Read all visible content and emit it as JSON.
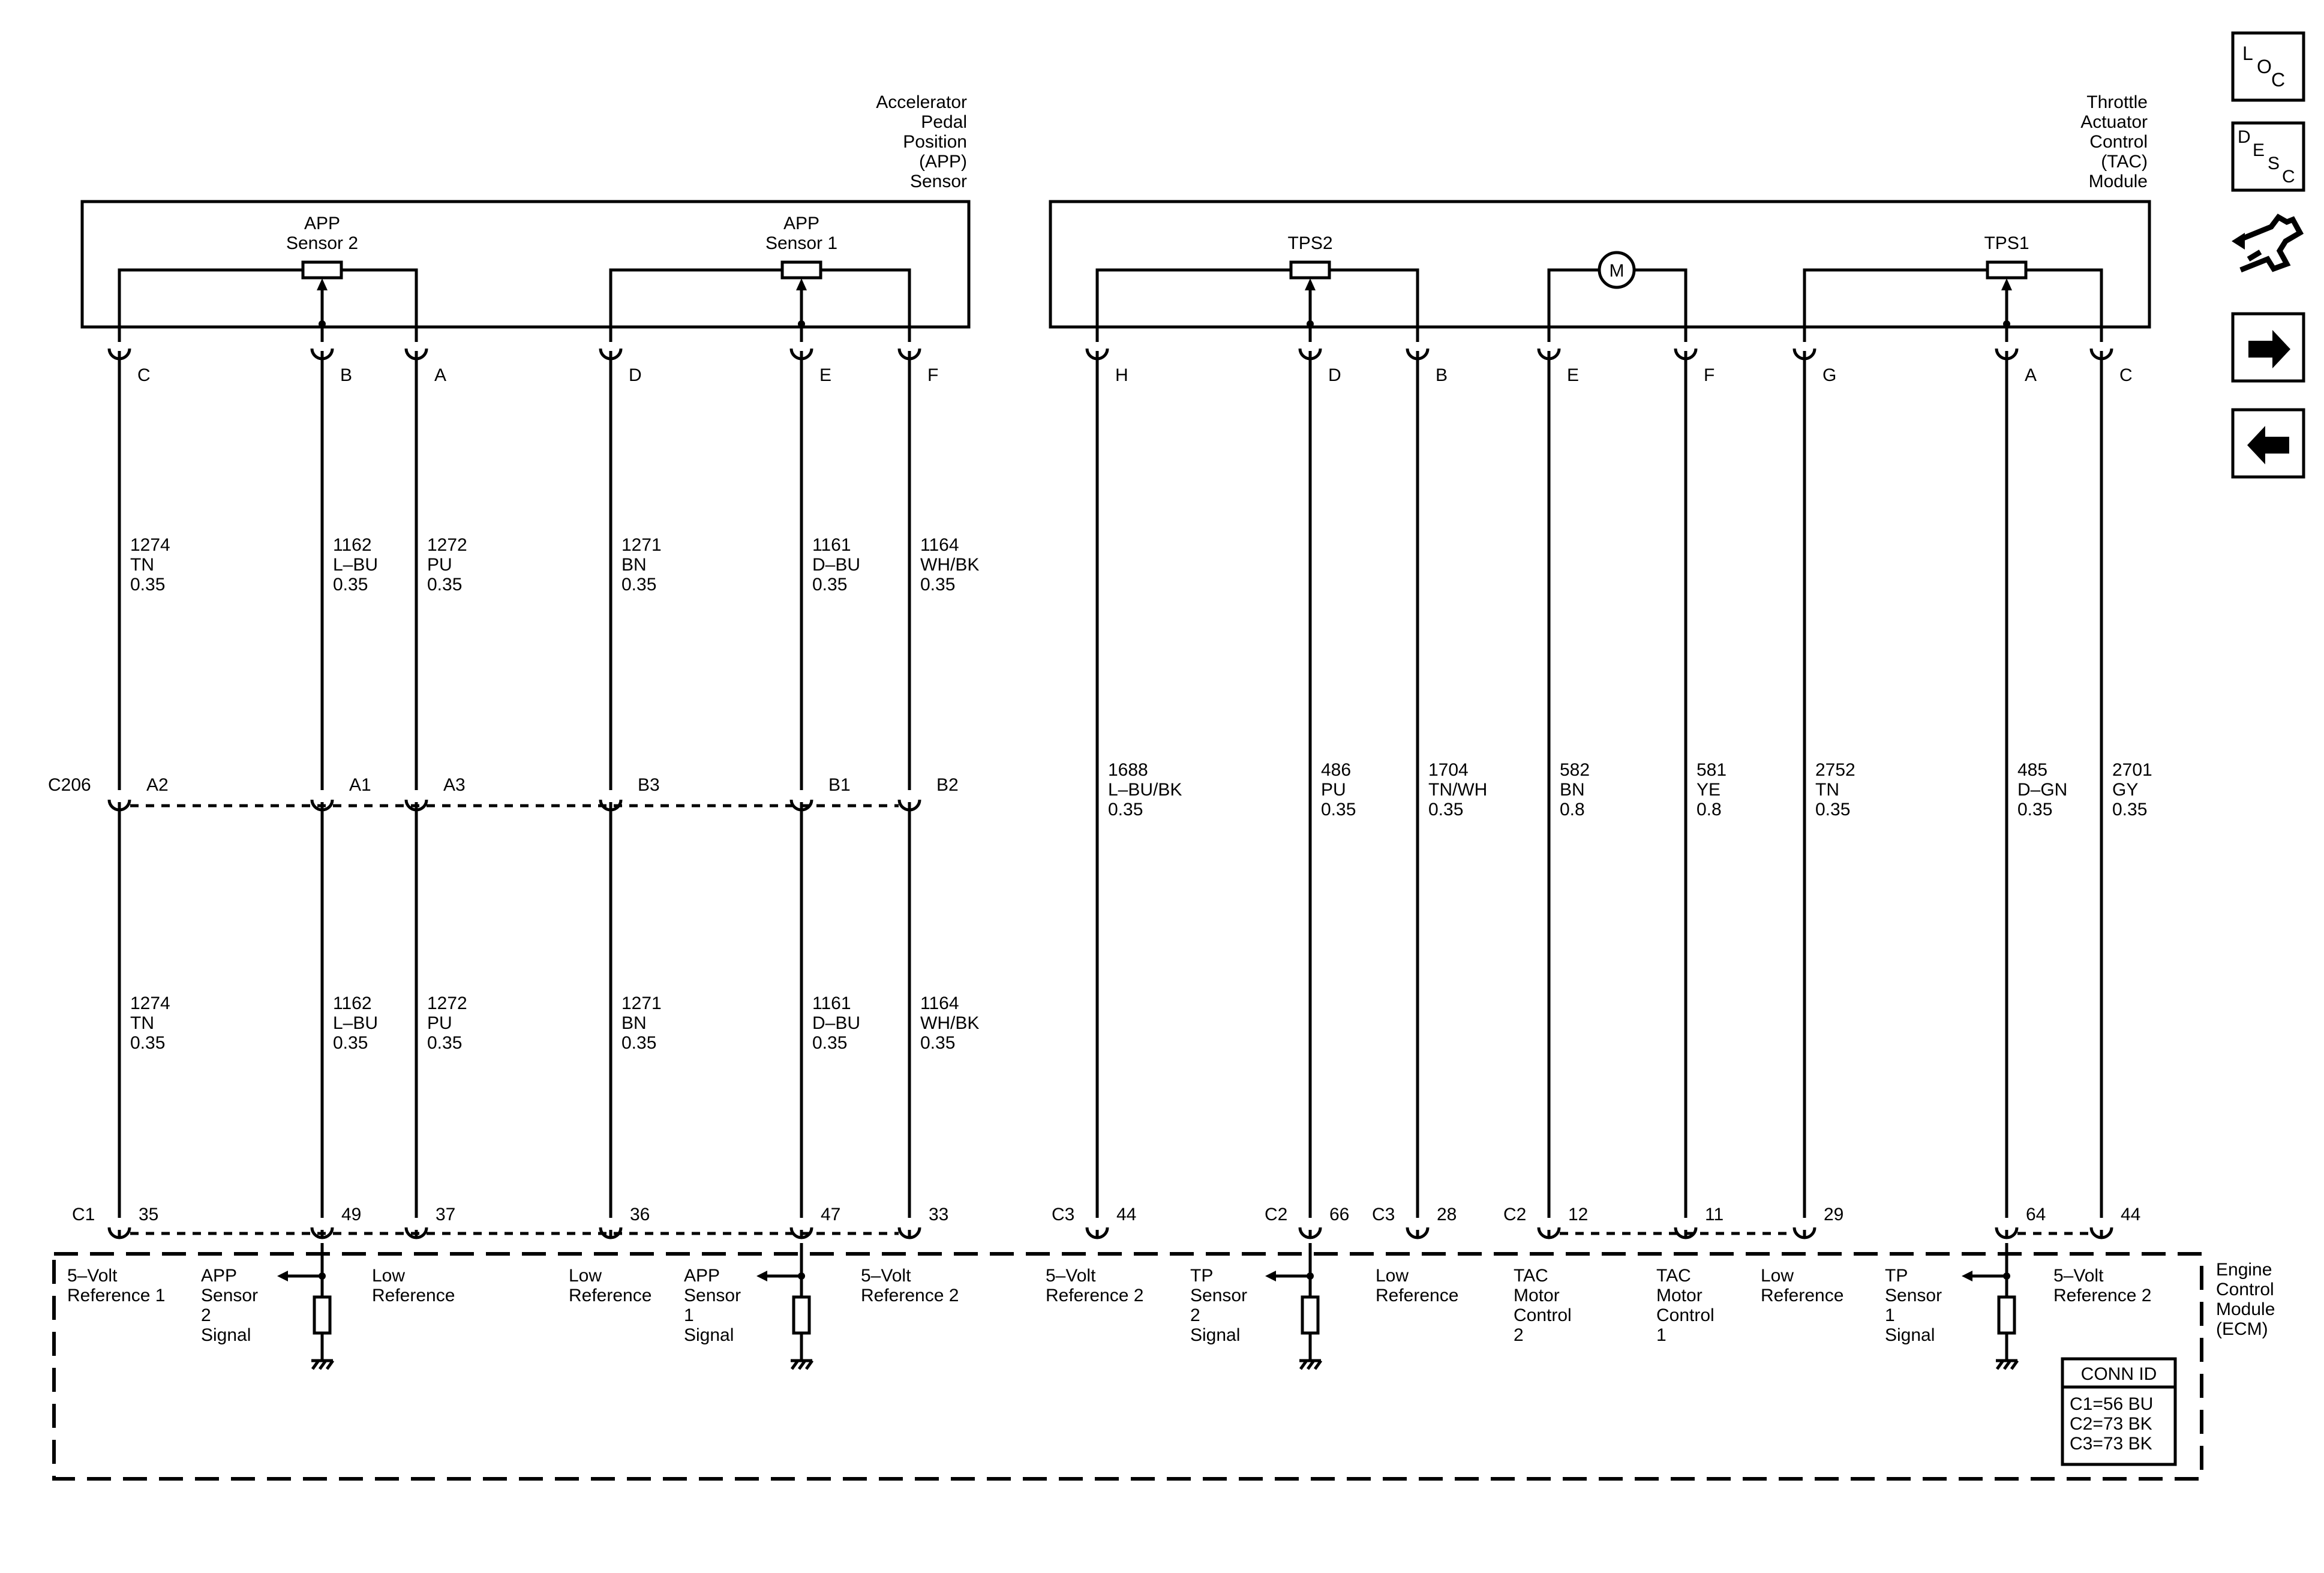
{
  "app": {
    "components": {
      "app_sensor": [
        "Accelerator",
        "Pedal",
        "Position",
        "(APP)",
        "Sensor"
      ],
      "tac_module": [
        "Throttle",
        "Actuator",
        "Control",
        "(TAC)",
        "Module"
      ],
      "ecm": [
        "Engine",
        "Control",
        "Module",
        "(ECM)"
      ],
      "app_sensor2_label": [
        "APP",
        "Sensor 2"
      ],
      "app_sensor1_label": [
        "APP",
        "Sensor 1"
      ],
      "tps2_label": "TPS2",
      "tps1_label": "TPS1",
      "motor_label": "M"
    },
    "connectors": {
      "inline": "C206",
      "ecm_c1": "C1",
      "ecm_c2a": "C2",
      "ecm_c3a": "C3",
      "ecm_c3b": "C3",
      "ecm_c2b": "C2"
    },
    "app_circuits": [
      {
        "pin": "C",
        "inline_pin": "A2",
        "ecm_pin": "35",
        "wire": [
          "1274",
          "TN",
          "0.35"
        ],
        "ecm_label": [
          "5–Volt",
          "Reference 1"
        ]
      },
      {
        "pin": "B",
        "inline_pin": "A1",
        "ecm_pin": "49",
        "wire": [
          "1162",
          "L–BU",
          "0.35"
        ],
        "ecm_label": [
          "APP",
          "Sensor",
          "2",
          "Signal"
        ]
      },
      {
        "pin": "A",
        "inline_pin": "A3",
        "ecm_pin": "37",
        "wire": [
          "1272",
          "PU",
          "0.35"
        ],
        "ecm_label": [
          "Low",
          "Reference"
        ]
      },
      {
        "pin": "D",
        "inline_pin": "B3",
        "ecm_pin": "36",
        "wire": [
          "1271",
          "BN",
          "0.35"
        ],
        "ecm_label": [
          "Low",
          "Reference"
        ]
      },
      {
        "pin": "E",
        "inline_pin": "B1",
        "ecm_pin": "47",
        "wire": [
          "1161",
          "D–BU",
          "0.35"
        ],
        "ecm_label": [
          "APP",
          "Sensor",
          "1",
          "Signal"
        ]
      },
      {
        "pin": "F",
        "inline_pin": "B2",
        "ecm_pin": "33",
        "wire": [
          "1164",
          "WH/BK",
          "0.35"
        ],
        "ecm_label": [
          "5–Volt",
          "Reference 2"
        ]
      }
    ],
    "tac_circuits": [
      {
        "pin": "H",
        "ecm_pin": "44",
        "wire": [
          "1688",
          "L–BU/BK",
          "0.35"
        ],
        "ecm_label": [
          "5–Volt",
          "Reference 2"
        ]
      },
      {
        "pin": "D",
        "ecm_pin": "66",
        "wire": [
          "486",
          "PU",
          "0.35"
        ],
        "ecm_label": [
          "TP",
          "Sensor",
          "2",
          "Signal"
        ]
      },
      {
        "pin": "B",
        "ecm_pin": "28",
        "wire": [
          "1704",
          "TN/WH",
          "0.35"
        ],
        "ecm_label": [
          "Low",
          "Reference"
        ]
      },
      {
        "pin": "E",
        "ecm_pin": "12",
        "wire": [
          "582",
          "BN",
          "0.8"
        ],
        "ecm_label": [
          "TAC",
          "Motor",
          "Control",
          "2"
        ]
      },
      {
        "pin": "F",
        "ecm_pin": "11",
        "wire": [
          "581",
          "YE",
          "0.8"
        ],
        "ecm_label": [
          "TAC",
          "Motor",
          "Control",
          "1"
        ]
      },
      {
        "pin": "G",
        "ecm_pin": "29",
        "wire": [
          "2752",
          "TN",
          "0.35"
        ],
        "ecm_label": [
          "Low",
          "Reference"
        ]
      },
      {
        "pin": "A",
        "ecm_pin": "64",
        "wire": [
          "485",
          "D–GN",
          "0.35"
        ],
        "ecm_label": [
          "TP",
          "Sensor",
          "1",
          "Signal"
        ]
      },
      {
        "pin": "C",
        "ecm_pin": "44",
        "wire": [
          "2701",
          "GY",
          "0.35"
        ],
        "ecm_label": [
          "5–Volt",
          "Reference 2"
        ]
      }
    ],
    "conn_id": {
      "title": "CONN ID",
      "rows": [
        "C1=56 BU",
        "C2=73 BK",
        "C3=73 BK"
      ]
    },
    "nav": {
      "loc": [
        "L",
        "O",
        "C"
      ],
      "desc": [
        "D",
        "E",
        "S",
        "C"
      ],
      "icons": [
        "connector-locate-icon",
        "arrow-right-icon",
        "arrow-left-icon"
      ]
    }
  }
}
